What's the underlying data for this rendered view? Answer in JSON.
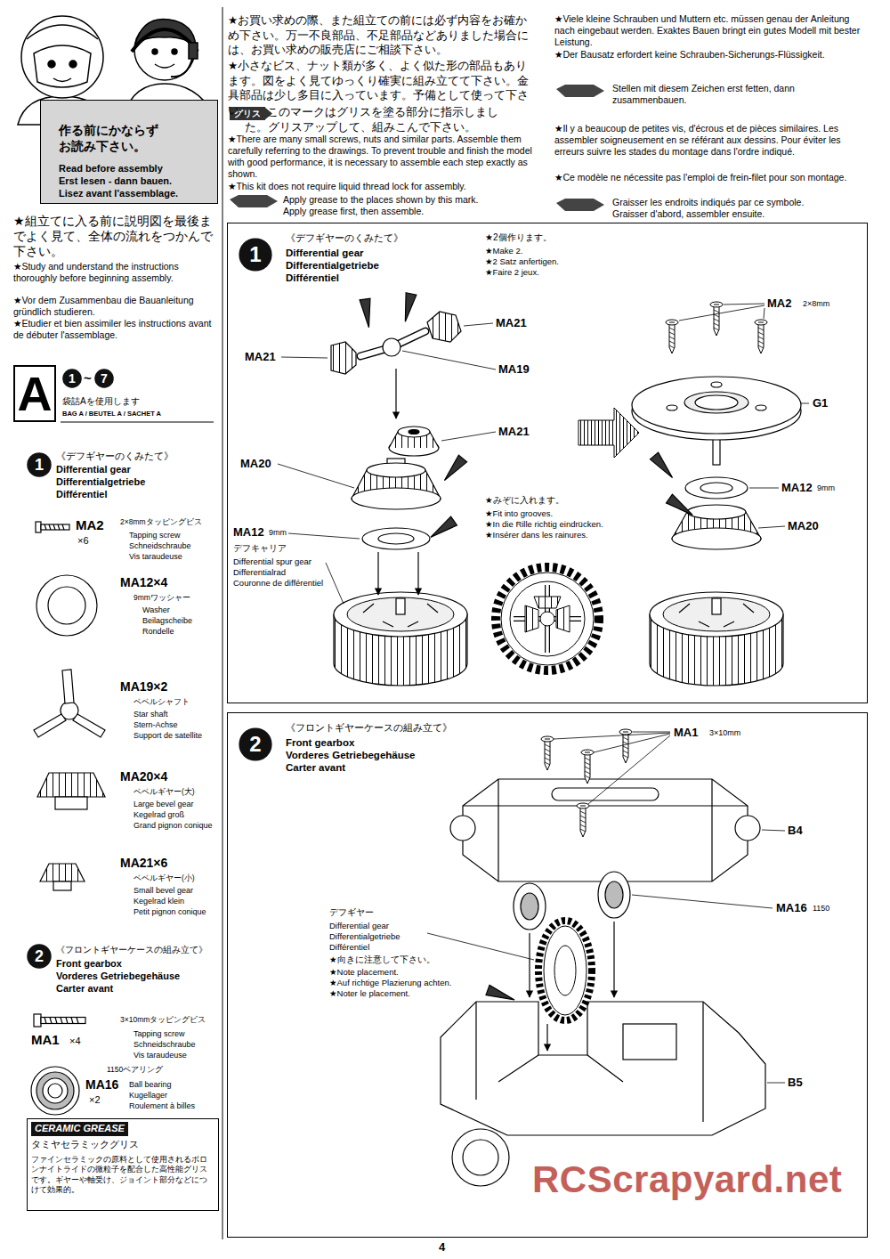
{
  "diagram": {
    "nodes": [
      {
        "text": [
          "作る前にかならず お読み下さい。",
          "Read before assembly",
          "Erst lesen - dann bauen.",
          "Lisez avant l'assemblage."
        ]
      },
      {
        "text": [
          "グリス"
        ]
      },
      {
        "text": [
          "A"
        ]
      },
      {
        "text": [
          "1"
        ]
      },
      {
        "text": [
          "7"
        ]
      },
      {
        "text": [
          "1"
        ]
      },
      {
        "text": [
          "2"
        ]
      },
      {
        "text": [
          "CERAMIC GREASE",
          "タミヤセラミックグリス",
          "ファインセラミックの原料として使用されるボロンナイトライドの微粒子を配合した高性能グリスです。ギヤーや軸受け、ジョイント部分などにつけて効果的。"
        ]
      },
      {
        "text": [
          "《デフギヤーのくみたて》",
          "Differential gear",
          "Differentialgetriebe",
          "Différentiel"
        ]
      },
      {
        "text": [
          "1"
        ],
        "in": 8
      },
      {
        "text": [
          "《フロントギヤーケースの組み立て》",
          "Front gearbox",
          "Vorderes Getriebegehäuse",
          "Carter avant"
        ]
      },
      {
        "text": [
          "2"
        ],
        "in": 10
      }
    ],
    "labels": [
      "★お買い求めの際、また組立ての前には必ず内容をお確かめ下さい。万一不良部品、不足部品などありました場合には、お買い求めの販売店にご相談下さい。",
      "★小さなビス、ナット類が多く、よく似た形の部品もあります。図をよく見てゆっくり確実に組み立てて下さい。金具部品は少し多目に入っています。予備として使って下さい。",
      "このマークはグリスを塗る部分に指示しました。グリスアップして、組みこんで下さい。",
      "★There are many small screws, nuts and similar parts. Assemble them carefully referring to the drawings. To prevent trouble and finish the model with good performance, it is necessary to assemble each step exactly as shown.",
      "★This kit does not require liquid thread lock for assembly.",
      "Apply grease to the places shown by this mark.",
      "Apply grease first, then assemble.",
      "★Viele kleine Schrauben und Muttern etc. müssen genau der Anleitung nach eingebaut werden. Exaktes Bauen bringt ein gutes Modell mit bester Leistung.",
      "★Der Bausatz erfordert keine Schrauben-Sicherungs-Flüssigkeit.",
      "Stellen mit diesem Zeichen erst fetten, dann zusammenbauen.",
      "★Il y a beaucoup de petites vis, d'écrous et de pièces similaires. Les assembler soigneusement en se référant aux dessins. Pour éviter les erreurs suivre les stades du montage dans l'ordre indiqué.",
      "★Ce modèle ne nécessite pas l'emploi de frein-filet pour son montage.",
      "Graisser les endroits indiqués par ce symbole.",
      "Graisser d'abord, assembler ensuite.",
      "★組立てに入る前に説明図を最後までよく見て、全体の流れをつかんで下さい。",
      "★Study and understand the instructions thoroughly before beginning assembly.",
      "★Vor dem Zusammenbau die Bauanleitung gründlich studieren.",
      "★Etudier et bien assimiler les instructions avant de débuter l'assemblage.",
      "~",
      "袋詰Aを使用します",
      "BAG A / BEUTEL A / SACHET A",
      "《デフギヤーのくみたて》",
      "Differential gear",
      "Differentialgetriebe",
      "Différentiel",
      "MA2",
      "×6",
      "2×8mmタッピングビス",
      "Tapping screw",
      "Schneidschraube",
      "Vis taraudeuse",
      "MA12×4",
      "9mmワッシャー",
      "Washer",
      "Beilagscheibe",
      "Rondelle",
      "MA19×2",
      "ベベルシャフト",
      "Star shaft",
      "Stern-Achse",
      "Support de satellite",
      "MA20×4",
      "ベベルギヤー(大)",
      "Large bevel gear",
      "Kegelrad groß",
      "Grand pignon conique",
      "MA21×6",
      "ベベルギヤー(小)",
      "Small bevel gear",
      "Kegelrad klein",
      "Petit pignon conique",
      "《フロントギヤーケースの組み立て》",
      "Front gearbox",
      "Vorderes Getriebegehäuse",
      "Carter avant",
      "3×10mmタッピングビス",
      "Tapping screw",
      "Schneidschraube",
      "Vis taraudeuse",
      "MA1",
      "×4",
      "1150ベアリング",
      "MA16",
      "×2",
      "Ball bearing",
      "Kugellager",
      "Roulement à billes",
      "★2個作ります。",
      "★Make 2.",
      "★2 Satz anfertigen.",
      "★Faire 2 jeux.",
      "MA21",
      "MA21",
      "MA19",
      "MA21",
      "MA20",
      "MA12",
      "9mm",
      "デフキャリア",
      "Differential spur gear",
      "Differentialrad",
      "Couronne de différentiel",
      "★みぞに入れます。",
      "★Fit into grooves.",
      "★In die Rille richtig eindrücken.",
      "★Insérer dans les rainures.",
      "MA2",
      "2×8mm",
      "G1",
      "MA12",
      "9mm",
      "MA20",
      "MA1",
      "3×10mm",
      "B4",
      "MA16",
      "1150",
      "デフギヤー",
      "Differential gear",
      "Differentialgetriebe",
      "Différentiel",
      "★向きに注意して下さい。",
      "★Note placement.",
      "★Auf richtige Plazierung achten.",
      "★Noter le placement.",
      "B5",
      "4",
      "RCScrapyard.net"
    ]
  }
}
